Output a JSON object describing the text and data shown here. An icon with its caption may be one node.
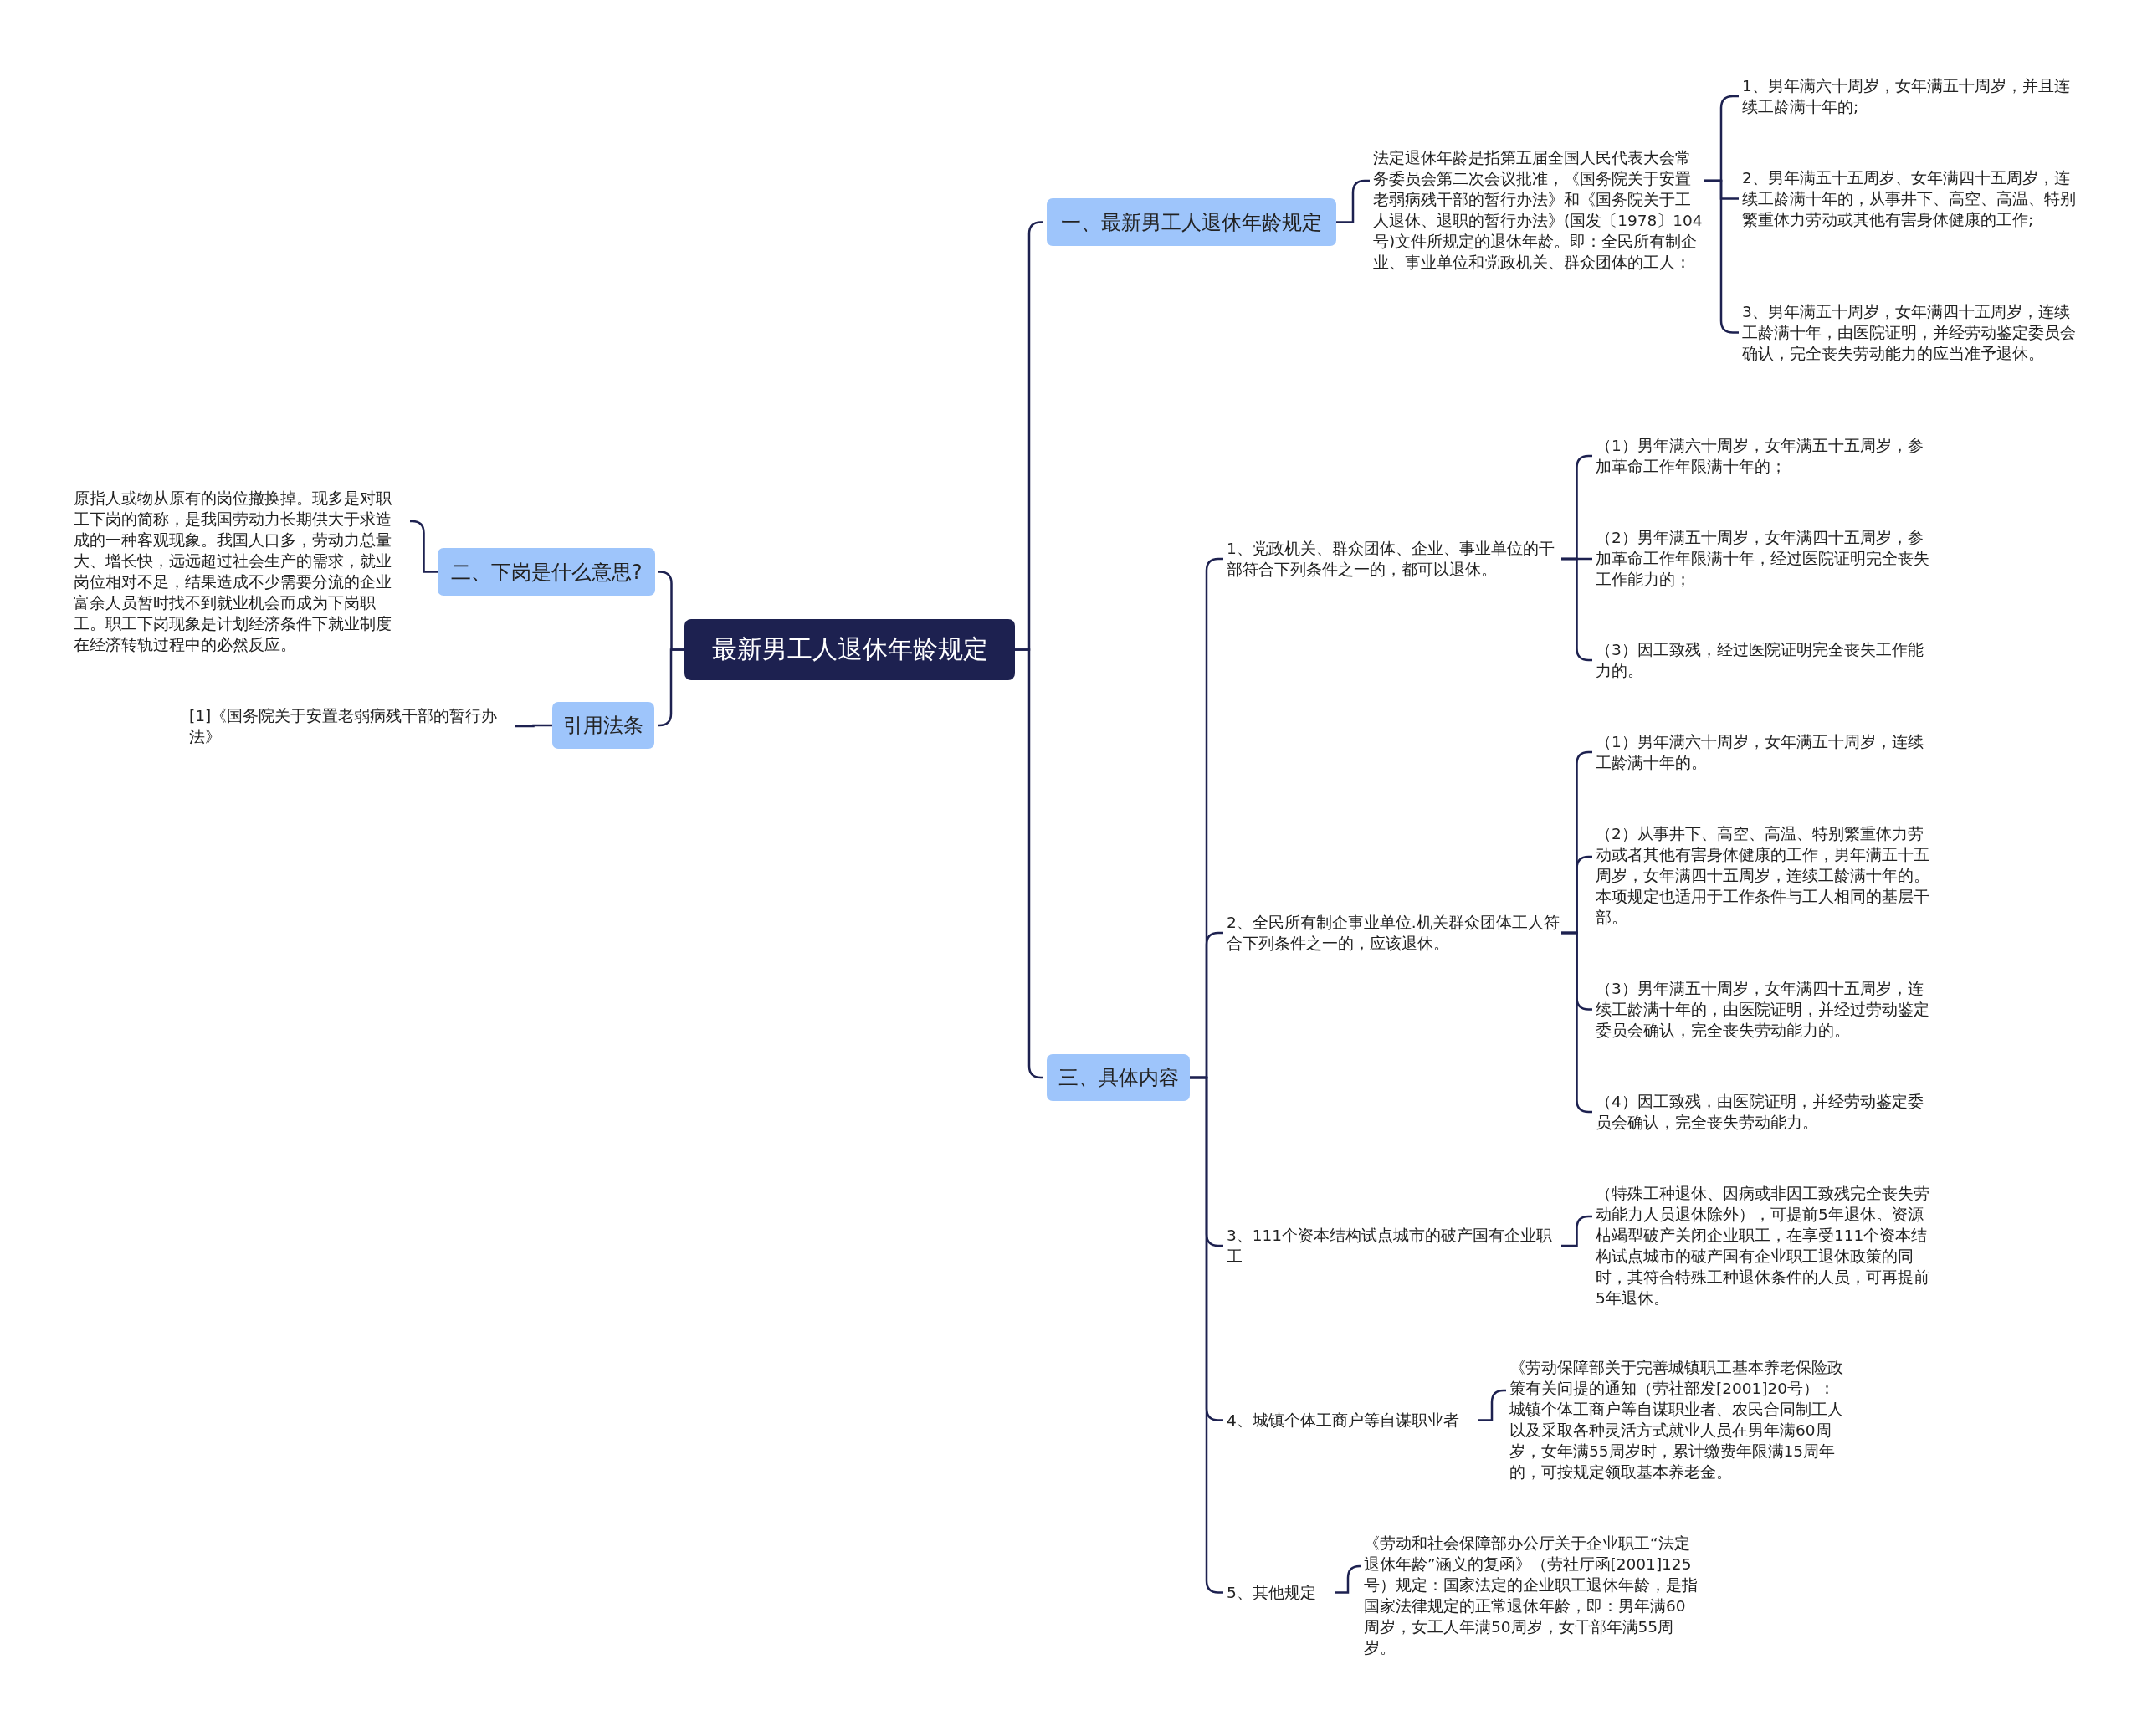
{
  "diagram": {
    "nodes": [
      {
        "text": [
          "最新男工人退休年龄规定"
        ]
      },
      {
        "text": [
          "一、最新男工人退休年龄规定"
        ]
      },
      {
        "text": [
          "法定退休年龄是指第五届全国人民代表大会常务委员会第二次会议批准，《国务院关于安置老弱病残干部的暂行办法》和《国务院关于工人退休、退职的暂行办法》(国发〔1978〕104号)文件所规定的退休年龄。即：全民所有制企业、事业单位和党政机关、群众团体的工人："
        ]
      },
      {
        "text": [
          "1、男年满六十周岁，女年满五十周岁，并且连续工龄满十年的;"
        ]
      },
      {
        "text": [
          "2、男年满五十五周岁、女年满四十五周岁，连续工龄满十年的，从事井下、高空、高温、特别繁重体力劳动或其他有害身体健康的工作;"
        ]
      },
      {
        "text": [
          "3、男年满五十周岁，女年满四十五周岁，连续工龄满十年，由医院证明，并经劳动鉴定委员会确认，完全丧失劳动能力的应当准予退休。"
        ]
      },
      {
        "text": [
          "三、具体内容"
        ]
      },
      {
        "text": [
          "1、党政机关、群众团体、企业、事业单位的干部符合下列条件之一的，都可以退休。"
        ]
      },
      {
        "text": [
          "（1）男年满六十周岁，女年满五十五周岁，参加革命工作年限满十年的；"
        ]
      },
      {
        "text": [
          "（2）男年满五十周岁，女年满四十五周岁，参加革命工作年限满十年，经过医院证明完全丧失工作能力的；"
        ]
      },
      {
        "text": [
          "（3）因工致残，经过医院证明完全丧失工作能力的。"
        ]
      },
      {
        "text": [
          "2、全民所有制企事业单位.机关群众团体工人符合下列条件之一的，应该退休。"
        ]
      },
      {
        "text": [
          "（1）男年满六十周岁，女年满五十周岁，连续工龄满十年的。"
        ]
      },
      {
        "text": [
          "（2）从事井下、高空、高温、特别繁重体力劳动或者其他有害身体健康的工作，男年满五十五周岁，女年满四十五周岁，连续工龄满十年的。本项规定也适用于工作条件与工人相同的基层干部。"
        ]
      },
      {
        "text": [
          "（3）男年满五十周岁，女年满四十五周岁，连续工龄满十年的，由医院证明，并经过劳动鉴定委员会确认，完全丧失劳动能力的。"
        ]
      },
      {
        "text": [
          "（4）因工致残，由医院证明，并经劳动鉴定委员会确认，完全丧失劳动能力。"
        ]
      },
      {
        "text": [
          "3、111个资本结构试点城市的破产国有企业职工"
        ]
      },
      {
        "text": [
          "（特殊工种退休、因病或非因工致残完全丧失劳动能力人员退休除外），可提前5年退休。资源枯竭型破产关闭企业职工，在享受111个资本结构试点城市的破产国有企业职工退休政策的同时，其符合特殊工种退休条件的人员，可再提前5年退休。"
        ]
      },
      {
        "text": [
          "4、城镇个体工商户等自谋职业者"
        ]
      },
      {
        "text": [
          "《劳动保障部关于完善城镇职工基本养老保险政策有关问提的通知（劳社部发[2001]20号）：城镇个体工商户等自谋职业者、农民合同制工人以及采取各种灵活方式就业人员在男年满60周岁，女年满55周岁时，累计缴费年限满15周年的，可按规定领取基本养老金。"
        ]
      },
      {
        "text": [
          "5、其他规定"
        ]
      },
      {
        "text": [
          "《劳动和社会保障部办公厅关于企业职工“法定退休年龄”涵义的复函》（劳社厅函[2001]125号）规定：国家法定的企业职工退休年龄，是指国家法律规定的正常退休年龄，即：男年满60周岁，女工人年满50周岁，女干部年满55周岁。"
        ]
      },
      {
        "text": [
          "二、下岗是什么意思?"
        ]
      },
      {
        "text": [
          "原指人或物从原有的岗位撤换掉。现多是对职工下岗的简称，是我国劳动力长期供大于求造成的一种客观现象。我国人口多，劳动力总量大、增长快，远远超过社会生产的需求，就业岗位相对不足，结果造成不少需要分流的企业富余人员暂时找不到就业机会而成为下岗职工。职工下岗现象是计划经济条件下就业制度在经济转轨过程中的必然反应。"
        ]
      },
      {
        "text": [
          "引用法条"
        ]
      },
      {
        "text": [
          "[1]《国务院关于安置老弱病残干部的暂行办法》"
        ]
      }
    ],
    "edges": [
      {
        "from": 0,
        "to": 1,
        "arrow": "none"
      },
      {
        "from": 1,
        "to": 2,
        "arrow": "none"
      },
      {
        "from": 2,
        "to": 3,
        "arrow": "none"
      },
      {
        "from": 2,
        "to": 4,
        "arrow": "none"
      },
      {
        "from": 2,
        "to": 5,
        "arrow": "none"
      },
      {
        "from": 0,
        "to": 6,
        "arrow": "none"
      },
      {
        "from": 6,
        "to": 7,
        "arrow": "none"
      },
      {
        "from": 7,
        "to": 8,
        "arrow": "none"
      },
      {
        "from": 7,
        "to": 9,
        "arrow": "none"
      },
      {
        "from": 7,
        "to": 10,
        "arrow": "none"
      },
      {
        "from": 6,
        "to": 11,
        "arrow": "none"
      },
      {
        "from": 11,
        "to": 12,
        "arrow": "none"
      },
      {
        "from": 11,
        "to": 13,
        "arrow": "none"
      },
      {
        "from": 11,
        "to": 14,
        "arrow": "none"
      },
      {
        "from": 11,
        "to": 15,
        "arrow": "none"
      },
      {
        "from": 6,
        "to": 16,
        "arrow": "none"
      },
      {
        "from": 16,
        "to": 17,
        "arrow": "none"
      },
      {
        "from": 6,
        "to": 18,
        "arrow": "none"
      },
      {
        "from": 18,
        "to": 19,
        "arrow": "none"
      },
      {
        "from": 6,
        "to": 20,
        "arrow": "none"
      },
      {
        "from": 20,
        "to": 21,
        "arrow": "none"
      },
      {
        "from": 0,
        "to": 22,
        "arrow": "none"
      },
      {
        "from": 22,
        "to": 23,
        "arrow": "none"
      },
      {
        "from": 0,
        "to": 24,
        "arrow": "none"
      },
      {
        "from": 24,
        "to": 25,
        "arrow": "none"
      }
    ]
  }
}
